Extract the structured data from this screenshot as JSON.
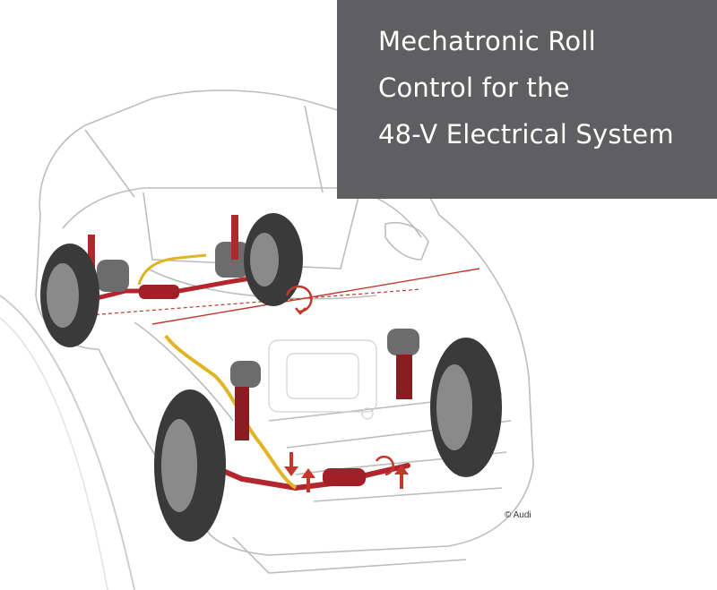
{
  "title": {
    "lines": [
      "Mechatronic Roll",
      "Control for the",
      "48-V Electrical System"
    ]
  },
  "credit": "© Audi",
  "colors": {
    "title_panel": "#5f5f61",
    "title_text": "#ffffff",
    "component_red": "#b3262e",
    "wire_yellow": "#e2b323",
    "tire": "#3a3a3a",
    "body_outline": "#bdbdbd"
  },
  "icons": [
    "front-left-wheel",
    "front-right-wheel",
    "rear-left-wheel",
    "rear-right-wheel",
    "roll-arrow-icon",
    "up-arrow-icon",
    "down-arrow-icon"
  ]
}
